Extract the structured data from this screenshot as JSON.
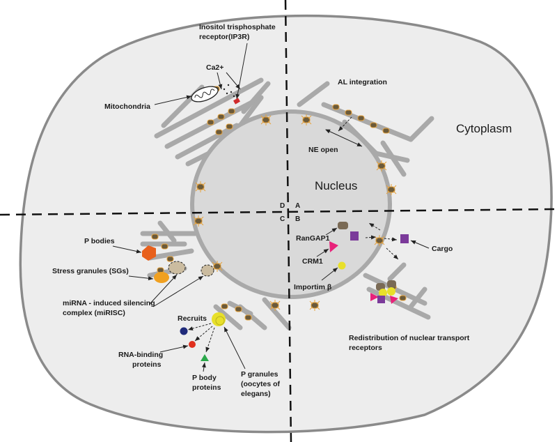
{
  "regions": {
    "cytoplasm": "Cytoplasm",
    "nucleus": "Nucleus"
  },
  "quadrants": {
    "a": "A",
    "b": "B",
    "c": "C",
    "d": "D"
  },
  "labels": {
    "ip3r_line1": "Inositol trisphosphate",
    "ip3r_line2": "receptor(IP3R)",
    "ca": "Ca2+",
    "mitochondria": "Mitochondria",
    "al_integration": "AL integration",
    "ne_open": "NE open",
    "p_bodies": "P bodies",
    "stress_granules": "Stress granules (SGs)",
    "mirisc_line1": "miRNA - induced silencing",
    "mirisc_line2": "complex (miRISC)",
    "recruits": "Recruits",
    "rbp_line1": "RNA-binding",
    "rbp_line2": "proteins",
    "pbp_line1": "P body",
    "pbp_line2": "proteins",
    "pg_line1": "P granules",
    "pg_line2": "(oocytes of",
    "pg_line3": "elegans)",
    "rangap1": "RanGAP1",
    "crm1": "CRM1",
    "importin": "Importim β",
    "cargo": "Cargo",
    "redist_line1": "Redistribution of  nuclear transport",
    "redist_line2": "receptors"
  },
  "colors": {
    "cell_fill": "#ededed",
    "cell_stroke": "#8a8a8a",
    "nucleus_fill": "#d9d9d9",
    "npc_orange": "#e6a23c",
    "npc_brown": "#6b5a3a",
    "p_body_orange": "#e8601c",
    "stress_granule": "#f0a020",
    "cargo_purple": "#7b3a9a",
    "crm1_pink": "#e8227a",
    "importin_yellow": "#e8e02a",
    "rangap1_brown": "#7a6a55",
    "rbp_red": "#e0301e",
    "recruit_navy": "#1f2a7a",
    "pbp_green": "#2aa84a"
  }
}
